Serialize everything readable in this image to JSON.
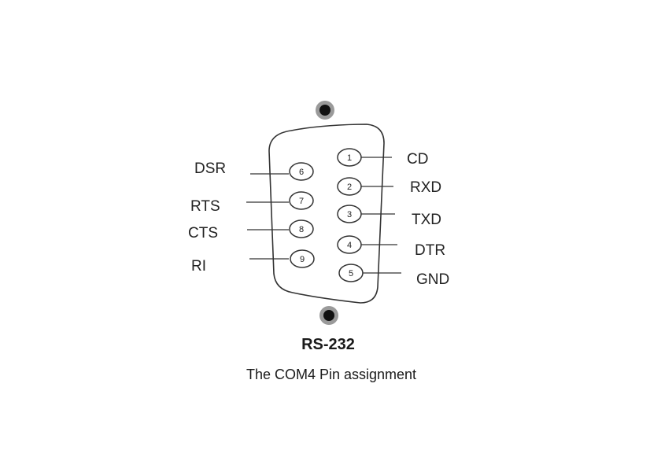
{
  "connector": {
    "title": "RS-232",
    "caption": "The COM4 Pin assignment",
    "pins": [
      {
        "number": "1",
        "signal": "CD"
      },
      {
        "number": "2",
        "signal": "RXD"
      },
      {
        "number": "3",
        "signal": "TXD"
      },
      {
        "number": "4",
        "signal": "DTR"
      },
      {
        "number": "5",
        "signal": "GND"
      },
      {
        "number": "6",
        "signal": "DSR"
      },
      {
        "number": "7",
        "signal": "RTS"
      },
      {
        "number": "8",
        "signal": "CTS"
      },
      {
        "number": "9",
        "signal": "RI"
      }
    ]
  },
  "colors": {
    "line": "#333333",
    "mount_hole": "#111111",
    "mount_ring": "#9a9a9a"
  }
}
